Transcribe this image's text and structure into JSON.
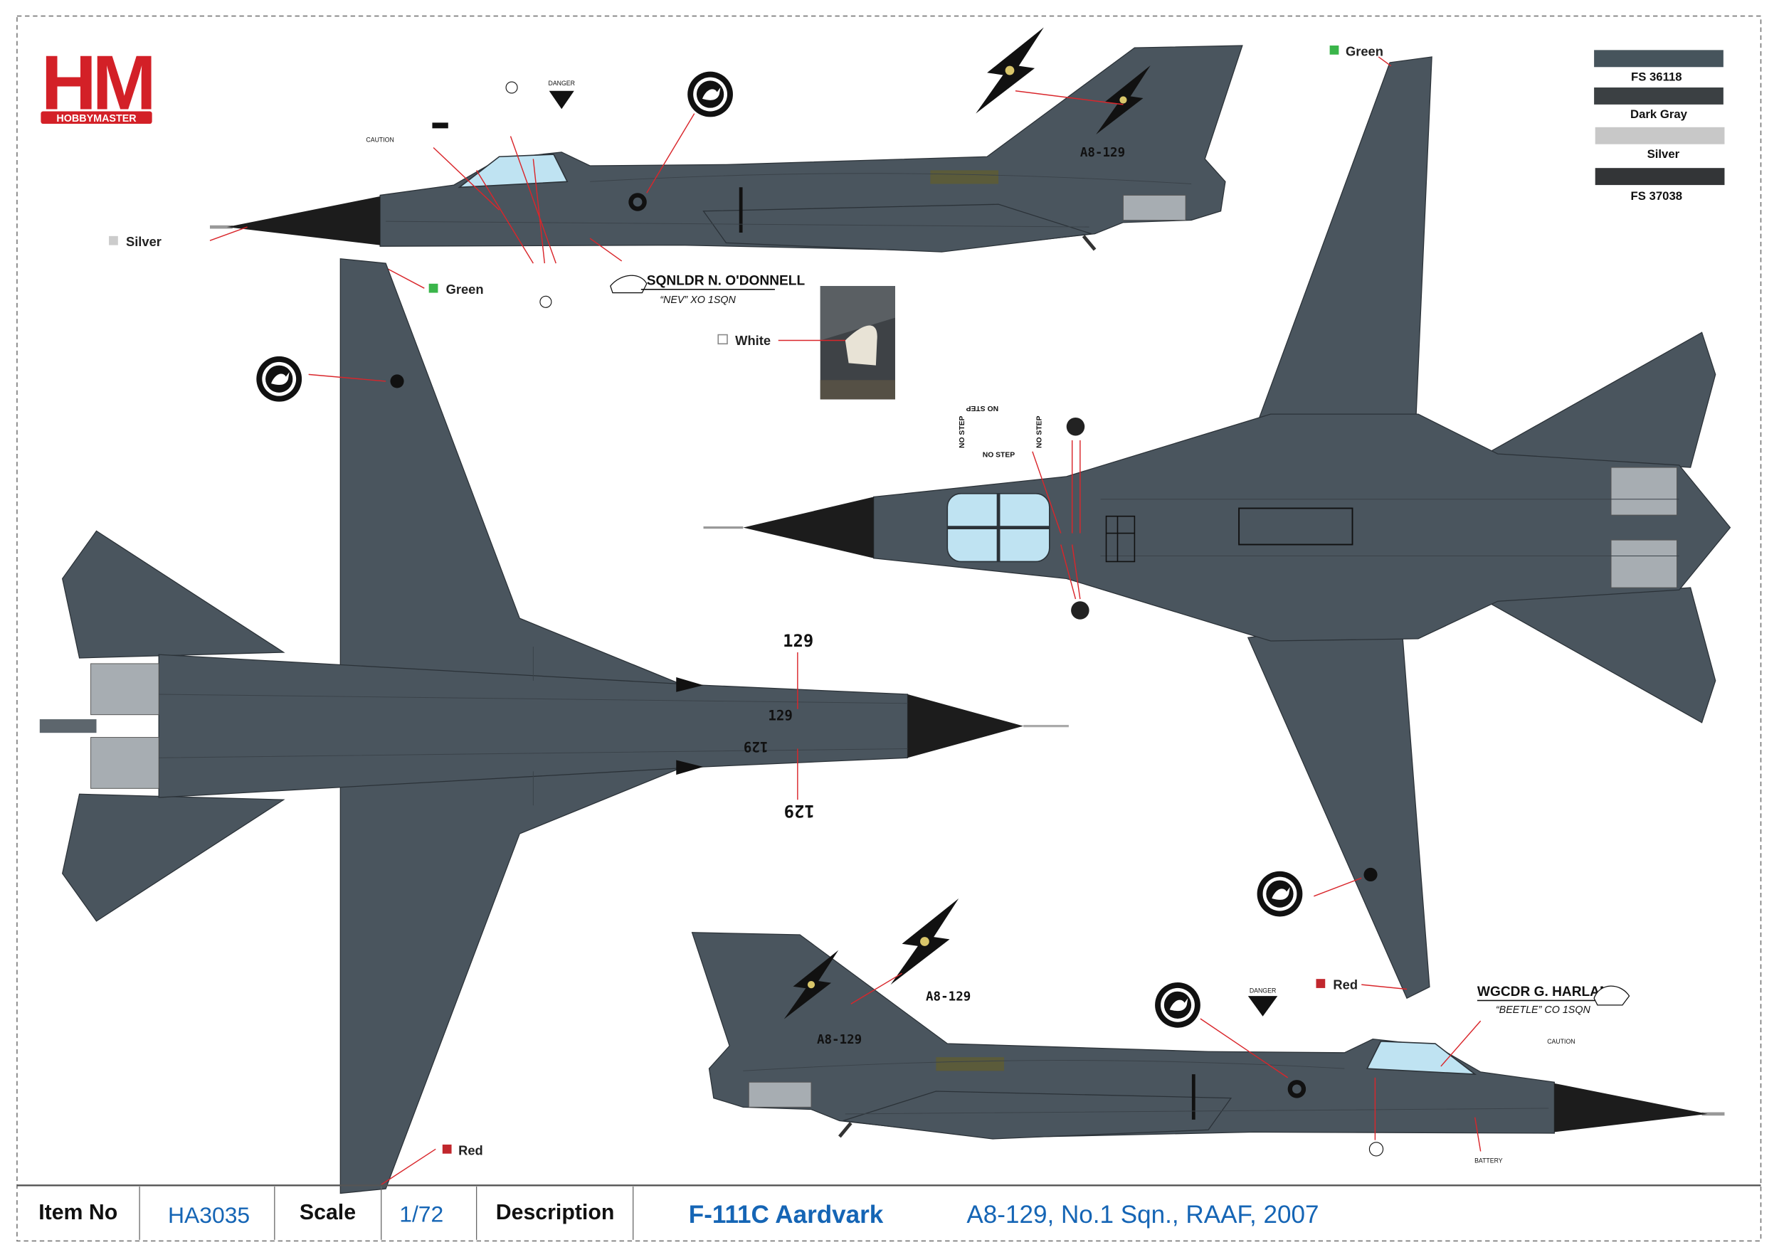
{
  "brand": {
    "logo_letters": "HM",
    "logo_name": "HOBBYMASTER",
    "color": "#d32027"
  },
  "legend": [
    {
      "label": "FS 36118",
      "color": "#46545c"
    },
    {
      "label": "Dark Gray",
      "color": "#3b4043"
    },
    {
      "label": "Silver",
      "color": "#c8c8c8"
    },
    {
      "label": "FS 37038",
      "color": "#333537"
    }
  ],
  "callouts": {
    "silver": "Silver",
    "green_left": "Green",
    "green_right": "Green",
    "white": "White",
    "red_left": "Red",
    "red_right": "Red"
  },
  "markings": {
    "serial": "A8-129",
    "serial_fin_top": "A8-129",
    "serial_bottom_callout": "A8-129",
    "serial_fin_bottom": "A8-129",
    "number_top": "129",
    "number_bottom": "129",
    "number_nose_a": "129",
    "number_nose_b": "129",
    "no_step_1": "NO STEP",
    "no_step_2": "NO STEP",
    "no_step_3": "NO STEP",
    "no_step_4": "NO STEP",
    "danger": "DANGER",
    "caution": "CAUTION",
    "battery": "BATTERY"
  },
  "pilots": [
    {
      "name": "SQNLDR N. O'DONNELL",
      "sub": "“NEV” XO 1SQN"
    },
    {
      "name": "WGCDR G. HARLAND",
      "sub": "“BEETLE” CO 1SQN"
    }
  ],
  "footer": {
    "item_label": "Item No",
    "item_value": "HA3035",
    "scale_label": "Scale",
    "scale_value": "1/72",
    "description_label": "Description",
    "model": "F-111C Aardvark",
    "details": "A8-129, No.1 Sqn., RAAF, 2007"
  }
}
